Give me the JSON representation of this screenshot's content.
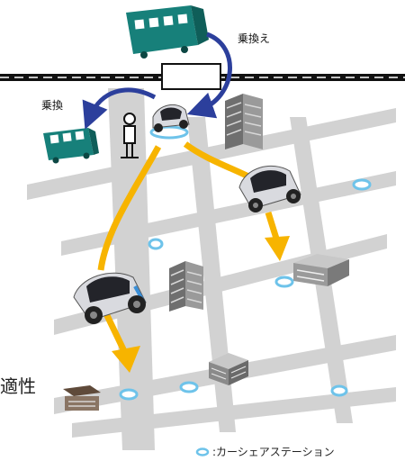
{
  "labels": {
    "transfer_train": "乗換え",
    "transfer_bus": "乗換",
    "tekisei": "適性"
  },
  "legend": {
    "station_text": ":カーシェアステーション"
  },
  "colors": {
    "road": "#d2d2d2",
    "track": "#111111",
    "train": "#17807a",
    "bus": "#17807a",
    "transfer_arrow": "#2c3f9c",
    "route_arrow": "#f7b400",
    "station_fill": "#ffffff",
    "station_ring": "#6ec3ea",
    "building": "#7c7c7c"
  },
  "icons": [
    "train-icon",
    "bus-icon",
    "person-icon",
    "car-icon",
    "building-icon",
    "car-share-station-icon"
  ]
}
